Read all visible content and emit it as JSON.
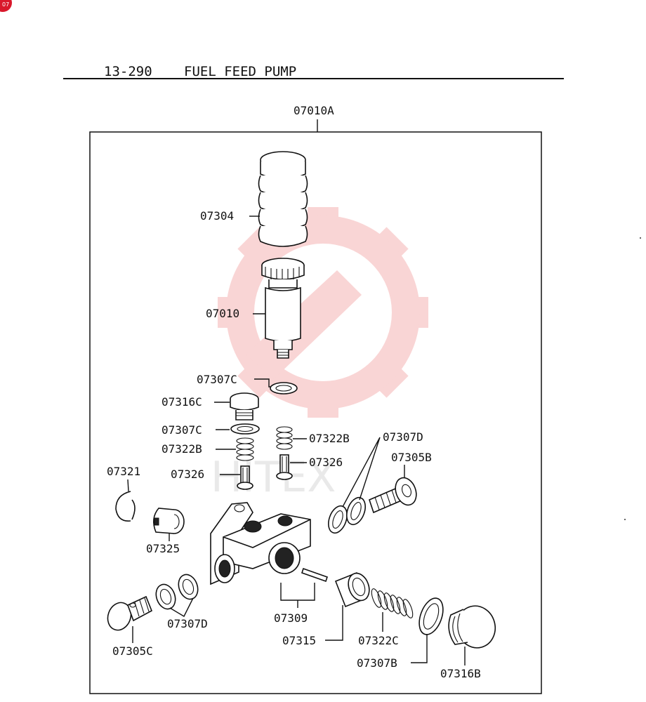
{
  "badge": {
    "text": "07"
  },
  "header": {
    "section": "13-290",
    "title": "FUEL FEED PUMP"
  },
  "colors": {
    "badge": "#d9182b",
    "watermark": "#f2a3a3",
    "ink": "#111111"
  },
  "watermark": {
    "text": "HITEX",
    "icon": "gear-wrench-icon"
  },
  "labels": {
    "assembly": "07010A",
    "bellows": "07304",
    "pump_body": "07010",
    "gasket_top": "07307C",
    "plug_left": "07316C",
    "gasket_left": "07307C",
    "spring_left": "07322B",
    "valve_left": "07326",
    "spring_right": "07322B",
    "valve_right": "07326",
    "gaskets_right": "07307D",
    "bolt_right": "07305B",
    "snap_ring": "07321",
    "strainer": "07325",
    "gaskets_left_bottom": "07307D",
    "bolt_left": "07305C",
    "housing": "07309",
    "piston": "07315",
    "spring_bottom": "07322C",
    "gasket_bottom": "07307B",
    "plug_bottom": "07316B"
  }
}
